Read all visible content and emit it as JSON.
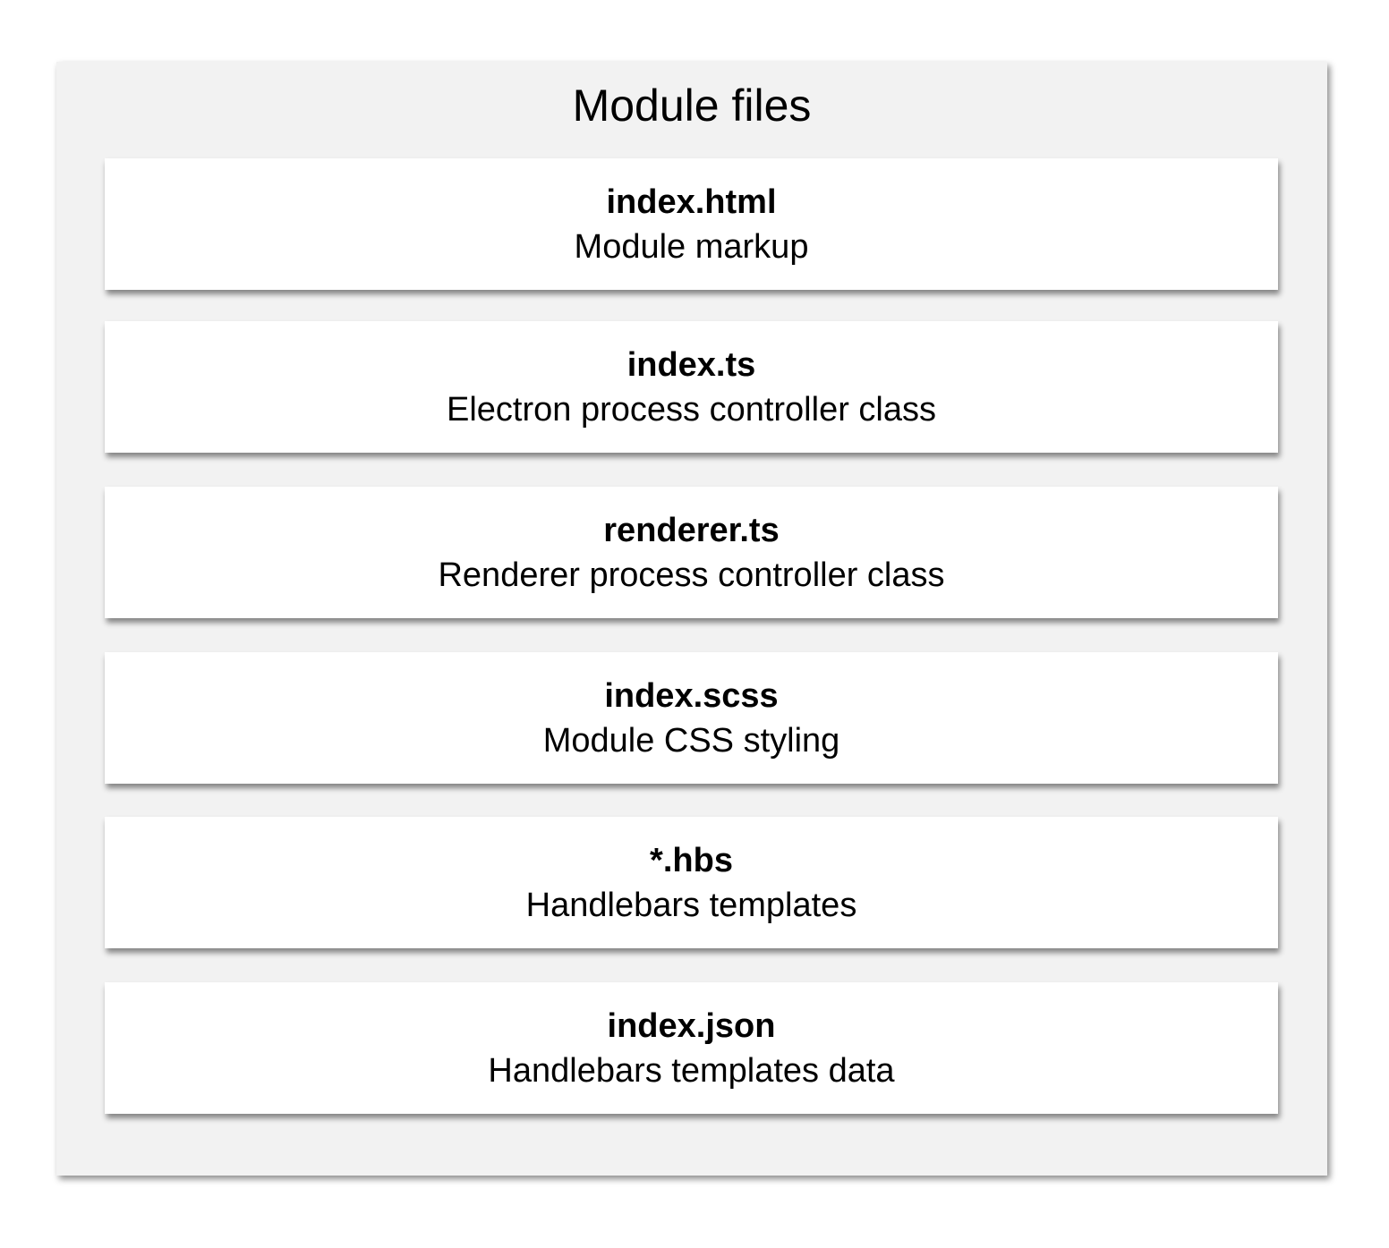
{
  "title": "Module files",
  "files": [
    {
      "name": "index.html",
      "description": "Module markup"
    },
    {
      "name": "index.ts",
      "description": "Electron process controller class"
    },
    {
      "name": "renderer.ts",
      "description": "Renderer process controller class"
    },
    {
      "name": "index.scss",
      "description": "Module CSS styling"
    },
    {
      "name": "*.hbs",
      "description": "Handlebars templates"
    },
    {
      "name": "index.json",
      "description": "Handlebars templates data"
    }
  ]
}
